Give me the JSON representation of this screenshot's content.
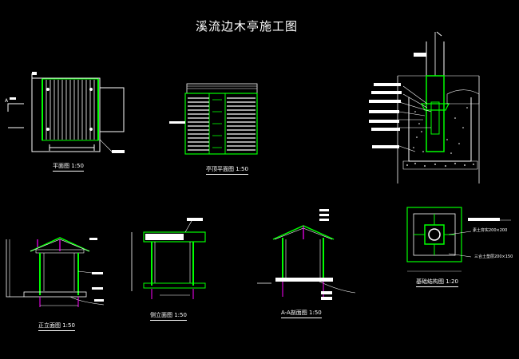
{
  "drawing": {
    "title": "溪流边木亭施工图",
    "views": {
      "plan": "平面图  1:50",
      "roof_plan": "亭顶平面图  1:50",
      "front_elevation": "正立面图  1:50",
      "side_elevation": "侧立面图  1:50",
      "section": "A-A剖面图  1:50",
      "foundation": "基础结构图  1:20"
    },
    "annotations": {
      "section_mark": "A",
      "foundation_note_1": "素土夯实200×200",
      "foundation_note_2": "三合土垫层200×150"
    },
    "colors": {
      "background": "#000000",
      "line": "#ffffff",
      "wood": "#00ff00",
      "roof": "#ff00ff"
    }
  }
}
